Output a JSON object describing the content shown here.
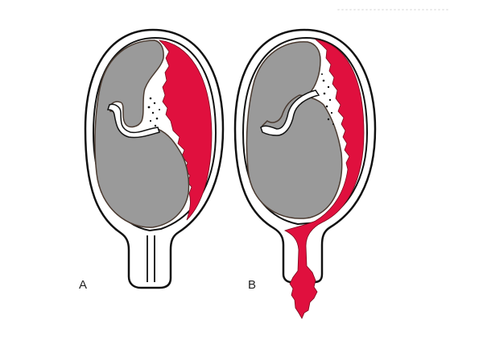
{
  "figure": {
    "description": "Uterus cross-section illustrations showing placental abruption: concealed (A) vs revealed (B) hemorrhage",
    "panels": [
      {
        "id": "A",
        "label": "A"
      },
      {
        "id": "B",
        "label": "B"
      }
    ]
  },
  "colors": {
    "fetus_gray": "#9a9a9a",
    "blood_red": "#e0103e",
    "outline": "#111111",
    "placenta_white": "#ffffff"
  }
}
